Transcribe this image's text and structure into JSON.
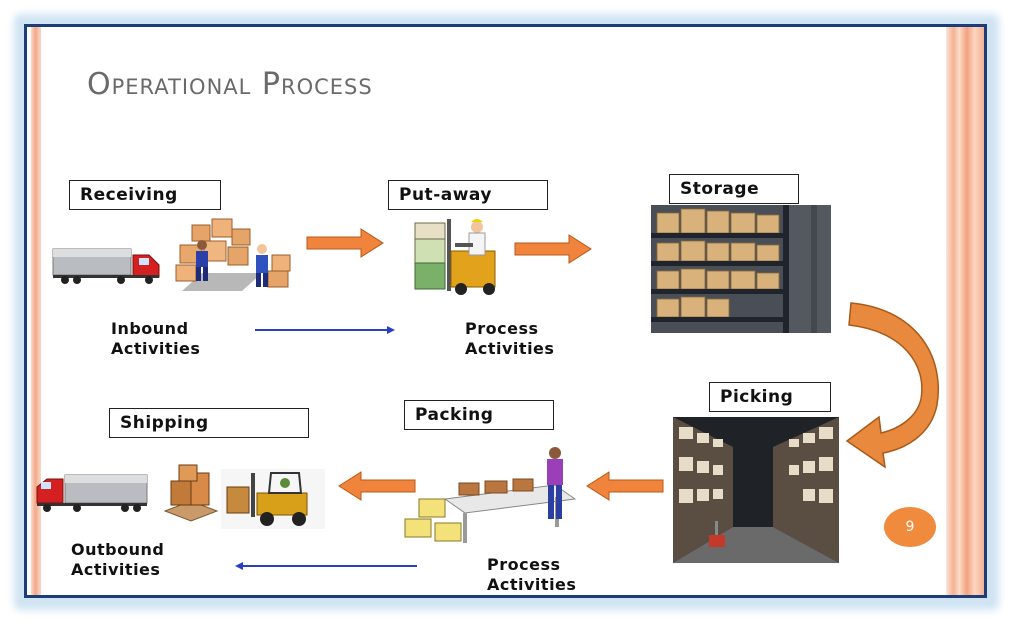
{
  "title": "Operational Process",
  "stages": {
    "receiving": "Receiving",
    "putaway": "Put-away",
    "storage": "Storage",
    "picking": "Picking",
    "packing": "Packing",
    "shipping": "Shipping"
  },
  "captions": {
    "inbound": [
      "Inbound",
      "Activities"
    ],
    "process_top": [
      "Process",
      "Activities"
    ],
    "process_bottom": [
      "Process",
      "Activities"
    ],
    "outbound": [
      "Outbound",
      "Activities"
    ]
  },
  "page_number": "9",
  "colors": {
    "arrow_orange": "#f0843c",
    "arrow_blue": "#2b3fc4",
    "frame": "#1c3d78",
    "page_badge": "#f08a3c"
  },
  "icons": {
    "receiving": "truck-and-workers-unloading-boxes",
    "putaway": "forklift-worker-icon",
    "storage": "warehouse-shelves-photo",
    "picking": "warehouse-aisle-photo",
    "packing": "packing-table-worker-icon",
    "shipping": "truck-pallet-forklift-icon"
  }
}
